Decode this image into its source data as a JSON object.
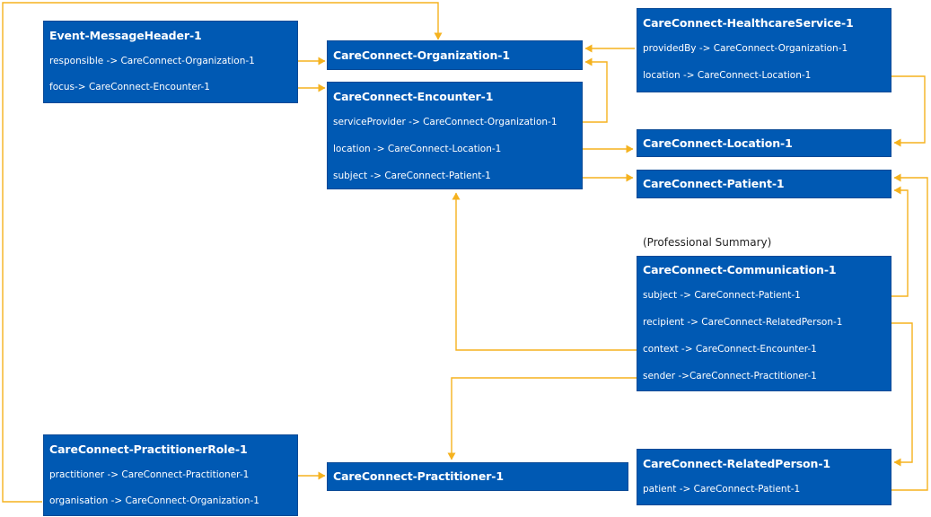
{
  "colors": {
    "box_fill": "#0059b3",
    "box_text": "#ffffff",
    "connector": "#f5b21e"
  },
  "boxes": {
    "message_header": {
      "title": "Event-MessageHeader-1",
      "rows": [
        "responsible -> CareConnect-Organization-1",
        "focus-> CareConnect-Encounter-1"
      ]
    },
    "organization": {
      "title": "CareConnect-Organization-1"
    },
    "encounter": {
      "title": "CareConnect-Encounter-1",
      "rows": [
        "serviceProvider -> CareConnect-Organization-1",
        "location -> CareConnect-Location-1",
        "subject -> CareConnect-Patient-1"
      ]
    },
    "healthcare_service": {
      "title": "CareConnect-HealthcareService-1",
      "rows": [
        "providedBy -> CareConnect-Organization-1",
        "location -> CareConnect-Location-1"
      ]
    },
    "location": {
      "title": "CareConnect-Location-1"
    },
    "patient": {
      "title": "CareConnect-Patient-1"
    },
    "communication": {
      "caption": "(Professional Summary)",
      "title": "CareConnect-Communication-1",
      "rows": [
        "subject -> CareConnect-Patient-1",
        "recipient -> CareConnect-RelatedPerson-1",
        "context -> CareConnect-Encounter-1",
        "sender ->CareConnect-Practitioner-1"
      ]
    },
    "practitioner_role": {
      "title": "CareConnect-PractitionerRole-1",
      "rows": [
        "practitioner -> CareConnect-Practitioner-1",
        "organisation -> CareConnect-Organization-1"
      ]
    },
    "practitioner": {
      "title": "CareConnect-Practitioner-1"
    },
    "related_person": {
      "title": "CareConnect-RelatedPerson-1",
      "rows": [
        "patient -> CareConnect-Patient-1"
      ]
    }
  }
}
